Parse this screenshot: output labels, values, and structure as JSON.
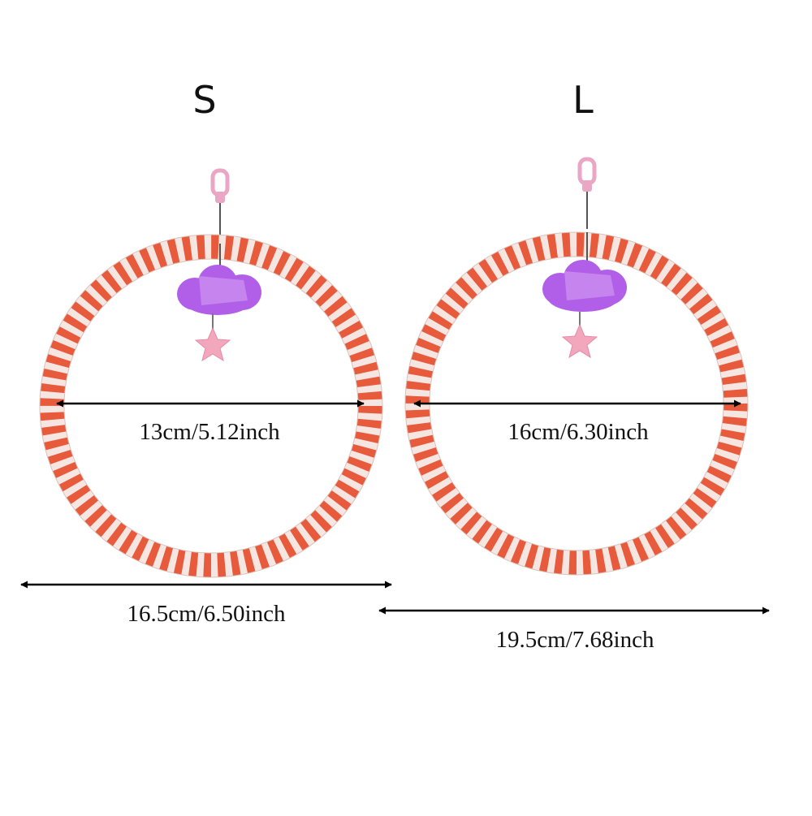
{
  "products": [
    {
      "size_label": "S",
      "inner_diameter_label": "13cm/5.12inch",
      "outer_width_label": "16.5cm/6.50inch"
    },
    {
      "size_label": "L",
      "inner_diameter_label": "16cm/6.30inch",
      "outer_width_label": "19.5cm/7.68inch"
    }
  ],
  "icons": {
    "hook": "swivel-clip-icon",
    "cloud": "cloud-charm-icon",
    "star": "star-charm-icon",
    "ring": "rope-ring-icon",
    "arrow": "double-arrow-icon"
  },
  "colors": {
    "rope_red": "#e85a3c",
    "rope_white": "#f5e6e2",
    "cloud": "#b15fe8",
    "star": "#f2a7bd",
    "clip": "#e9a6c5",
    "arrow": "#000000"
  }
}
